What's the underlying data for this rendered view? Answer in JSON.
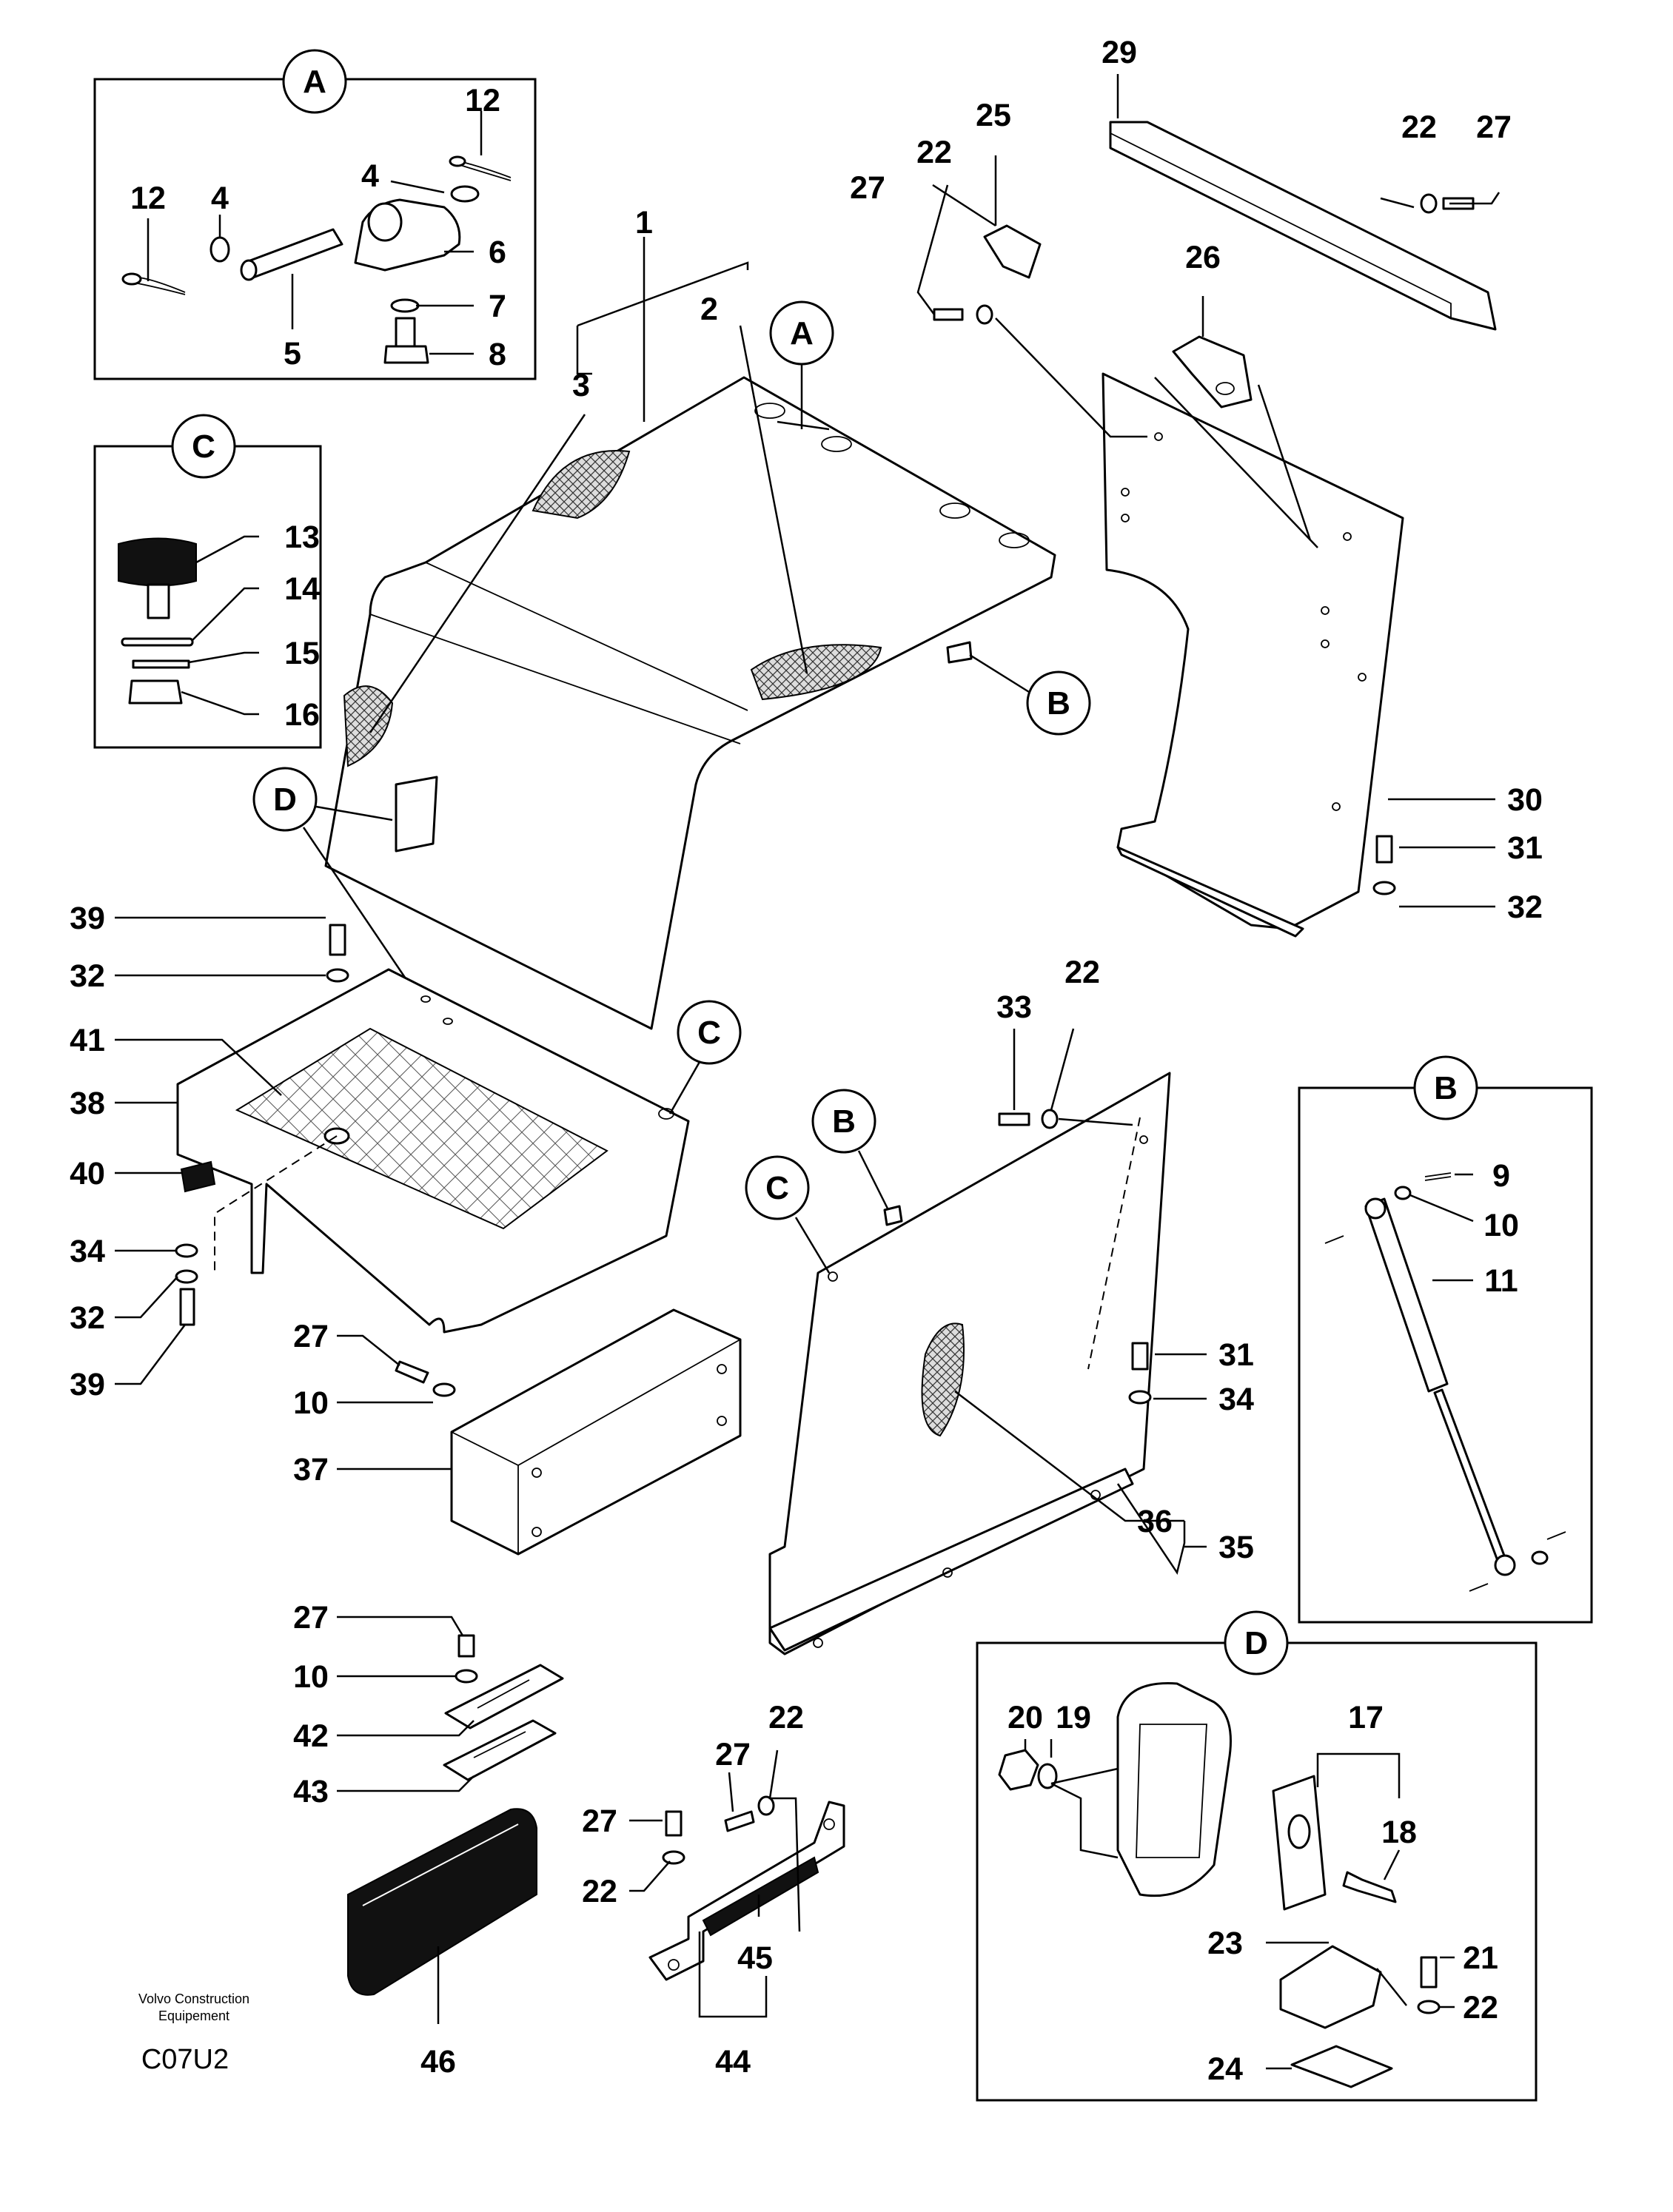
{
  "detail_boxes": {
    "A": {
      "letter": "A",
      "parts": [
        "12",
        "4",
        "4",
        "12",
        "5",
        "6",
        "7",
        "8"
      ]
    },
    "B": {
      "letter": "B",
      "parts": [
        "9",
        "10",
        "11"
      ]
    },
    "C": {
      "letter": "C",
      "parts": [
        "13",
        "14",
        "15",
        "16"
      ]
    },
    "D": {
      "letter": "D",
      "parts": [
        "20",
        "19",
        "17",
        "18",
        "23",
        "24",
        "21",
        "22"
      ]
    }
  },
  "callouts": {
    "a_main": "A",
    "b_main": "B",
    "b_side": "B",
    "c_main": "C",
    "c_side": "C",
    "d_main": "D"
  },
  "labels": {
    "l1": "1",
    "l2": "2",
    "l3": "3",
    "l22a": "22",
    "l25": "25",
    "l27a": "27",
    "l26": "26",
    "l29": "29",
    "l22b": "22",
    "l27b": "27",
    "l30": "30",
    "l31a": "31",
    "l32a": "32",
    "l39a": "39",
    "l32b": "32",
    "l41": "41",
    "l38": "38",
    "l40": "40",
    "l34a": "34",
    "l32c": "32",
    "l39b": "39",
    "l27c": "27",
    "l10a": "10",
    "l37": "37",
    "l33": "33",
    "l22c": "22",
    "l31b": "31",
    "l34b": "34",
    "l36": "36",
    "l35": "35",
    "l27d": "27",
    "l10b": "10",
    "l42": "42",
    "l43": "43",
    "l27e": "27",
    "l22d": "22",
    "l27f": "27",
    "l22e": "22",
    "l45": "45",
    "l44": "44",
    "l46": "46"
  },
  "footer": {
    "maker_line1": "Volvo Construction",
    "maker_line2": "Equipement",
    "code": "C07U2"
  }
}
